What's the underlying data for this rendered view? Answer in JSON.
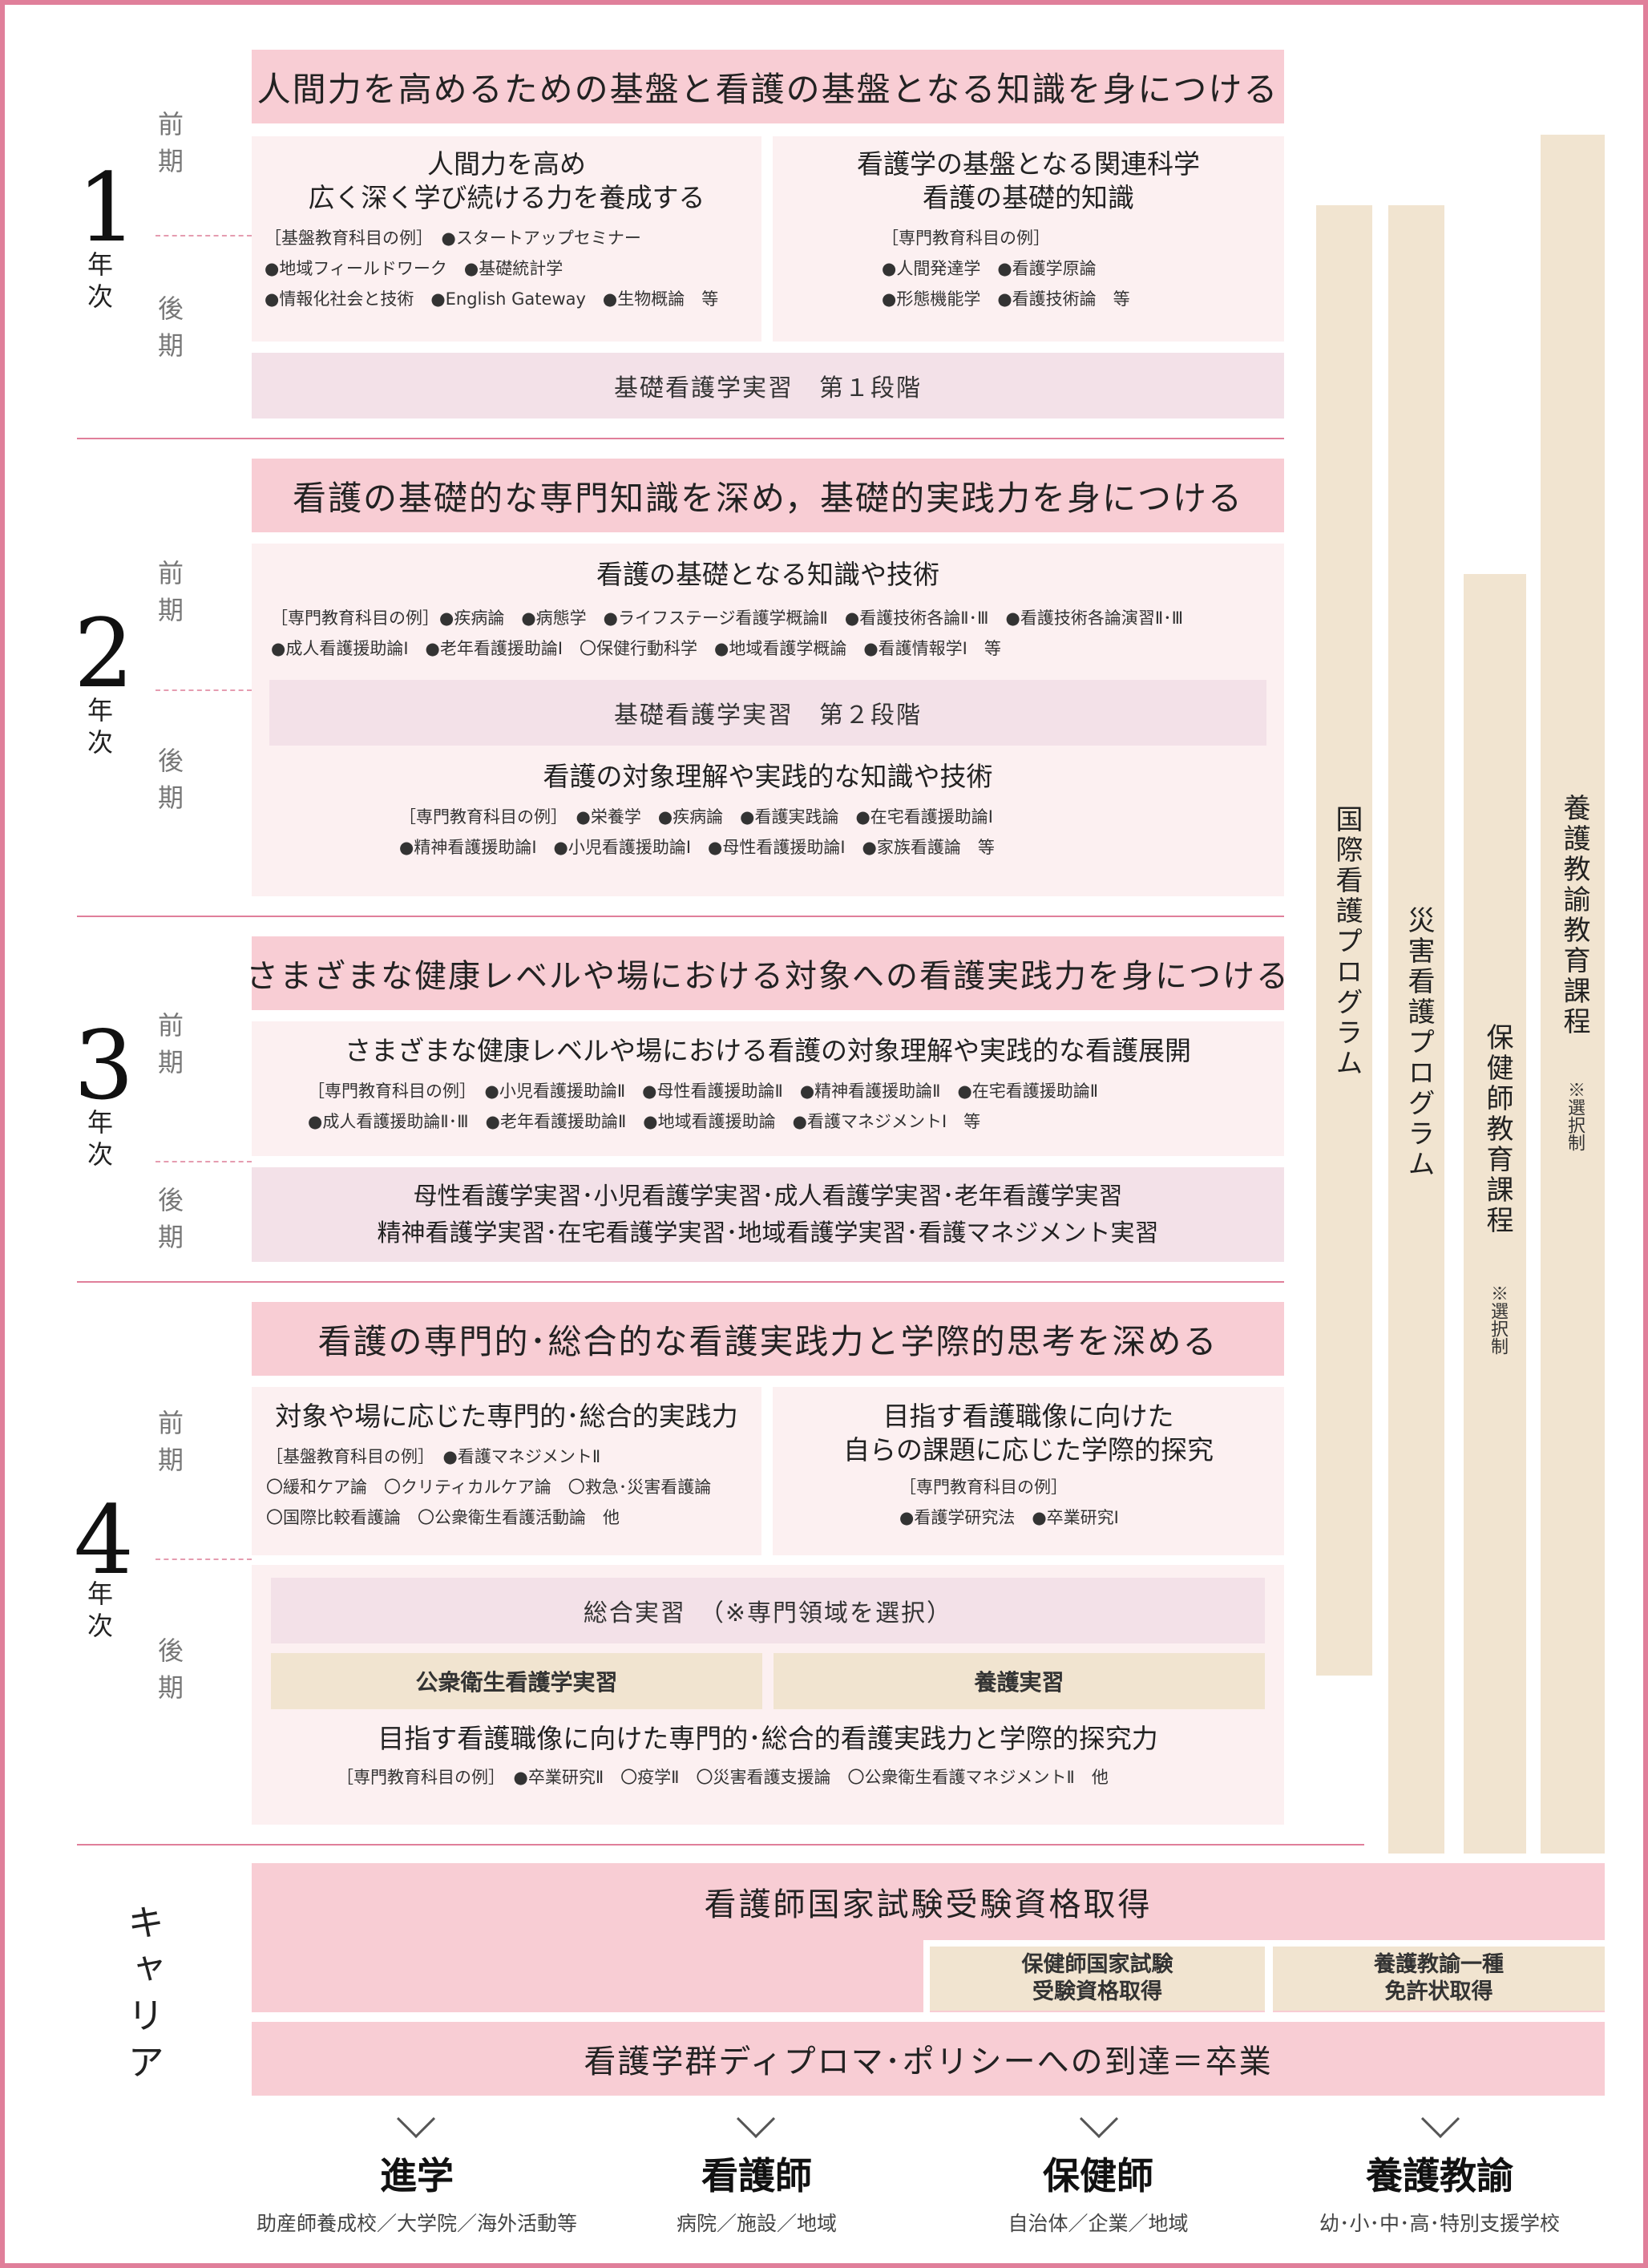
{
  "year1": {
    "num": "1",
    "nenji": "年次",
    "zenki": "前期",
    "koki": "後期",
    "header": "人間力を高めるための基盤と看護の基盤となる知識を身につける",
    "left": {
      "title1": "人間力を高め",
      "title2": "広く深く学び続ける力を養成する",
      "line1": "［基盤教育科目の例］　●スタートアップセミナー",
      "line2": "●地域フィールドワーク　●基礎統計学",
      "line3": "●情報化社会と技術　●English Gateway　●生物概論　等"
    },
    "right": {
      "title1": "看護学の基盤となる関連科学",
      "title2": "看護の基礎的知識",
      "line1": "［専門教育科目の例］",
      "line2": "●人間発達学　●看護学原論",
      "line3": "●形態機能学　●看護技術論　等"
    },
    "practice": "基礎看護学実習　第１段階"
  },
  "year2": {
    "num": "2",
    "nenji": "年次",
    "zenki": "前期",
    "koki": "後期",
    "header": "看護の基礎的な専門知識を深め，基礎的実践力を身につける",
    "sub1": "看護の基礎となる知識や技術",
    "ex1a": "［専門教育科目の例］●疾病論　●病態学　●ライフステージ看護学概論Ⅱ　●看護技術各論Ⅱ･Ⅲ　●看護技術各論演習Ⅱ･Ⅲ",
    "ex1b": "●成人看護援助論Ⅰ　●老年看護援助論Ⅰ　〇保健行動科学　●地域看護学概論　●看護情報学Ⅰ　等",
    "practice": "基礎看護学実習　第２段階",
    "sub2": "看護の対象理解や実践的な知識や技術",
    "ex2a": "［専門教育科目の例］　●栄養学　●疾病論　●看護実践論　●在宅看護援助論Ⅰ",
    "ex2b": "●精神看護援助論Ⅰ　●小児看護援助論Ⅰ　●母性看護援助論Ⅰ　●家族看護論　等"
  },
  "year3": {
    "num": "3",
    "nenji": "年次",
    "zenki": "前期",
    "koki": "後期",
    "header": "さまざまな健康レベルや場における対象への看護実践力を身につける",
    "sub1": "さまざまな健康レベルや場における看護の対象理解や実践的な看護展開",
    "ex1a": "［専門教育科目の例］　●小児看護援助論Ⅱ　●母性看護援助論Ⅱ　●精神看護援助論Ⅱ　●在宅看護援助論Ⅱ",
    "ex1b": "●成人看護援助論Ⅱ･Ⅲ　●老年看護援助論Ⅱ　●地域看護援助論　●看護マネジメントⅠ　等",
    "prac1": "母性看護学実習･小児看護学実習･成人看護学実習･老年看護学実習",
    "prac2": "精神看護学実習･在宅看護学実習･地域看護学実習･看護マネジメント実習"
  },
  "year4": {
    "num": "4",
    "nenji": "年次",
    "zenki": "前期",
    "koki": "後期",
    "header": "看護の専門的･総合的な看護実践力と学際的思考を深める",
    "left": {
      "title": "対象や場に応じた専門的･総合的実践力",
      "line1": "［基盤教育科目の例］　●看護マネジメントⅡ",
      "line2": "〇緩和ケア論　〇クリティカルケア論　〇救急･災害看護論",
      "line3": "〇国際比較看護論　〇公衆衛生看護活動論　他"
    },
    "right": {
      "title1": "目指す看護職像に向けた",
      "title2": "自らの課題に応じた学際的探究",
      "line1": "［専門教育科目の例］",
      "line2": "●看護学研究法　●卒業研究Ⅰ"
    },
    "practice": "総合実習　（※専門領域を選択）",
    "beige1": "公衆衛生看護学実習",
    "beige2": "養護実習",
    "sub": "目指す看護職像に向けた専門的･総合的看護実践力と学際的探究力",
    "ex": "［専門教育科目の例］　●卒業研究Ⅱ　〇疫学Ⅱ　〇災害看護支援論　〇公衆衛生看護マネジメントⅡ　他"
  },
  "programs": {
    "kokusai": "国際看護プログラム",
    "saigai": "災害看護プログラム",
    "hokenshi": "保健師教育課程",
    "hokenshi_note": "※選択制",
    "yogo": "養護教諭教育課程",
    "yogo_note": "※選択制"
  },
  "career": {
    "label": "キャリア",
    "main": "看護師国家試験受験資格取得",
    "box1a": "保健師国家試験",
    "box1b": "受験資格取得",
    "box2a": "養護教諭一種",
    "box2b": "免許状取得",
    "graduate": "看護学群ディプロマ･ポリシーへの到達＝卒業"
  },
  "destinations": [
    {
      "title": "進学",
      "sub": "助産師養成校／大学院／海外活動等"
    },
    {
      "title": "看護師",
      "sub": "病院／施設／地域"
    },
    {
      "title": "保健師",
      "sub": "自治体／企業／地域"
    },
    {
      "title": "養護教諭",
      "sub": "幼･小･中･高･特別支援学校"
    }
  ],
  "colors": {
    "frame": "#e07f9a",
    "header": "#f8cdd4",
    "panel": "#fcf0f1",
    "practice": "#f3e1e8",
    "beige": "#f1e4d0"
  }
}
